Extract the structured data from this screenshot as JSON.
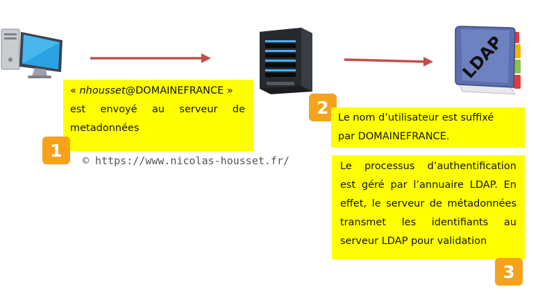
{
  "colors": {
    "note_bg": "#ffff00",
    "badge_bg": "#f7a21b",
    "arrow": "#c0504d"
  },
  "icons": {
    "client": "computer-icon",
    "server": "server-icon",
    "ldap": "ldap-book-icon"
  },
  "ldap_label": "LDAP",
  "steps": {
    "one": {
      "number": "1",
      "prefix": "« ",
      "user": "nhousset",
      "domain": "@DOMAINEFRANCE »",
      "line2": "est envoyé au serveur de",
      "line3": "metadonnées"
    },
    "two": {
      "number": "2",
      "line1": "Le nom d’utilisateur est suffixé",
      "line2": "par DOMAINEFRANCE."
    },
    "three": {
      "number": "3",
      "line1": "Le processus d’authentification",
      "line2": "est géré par l’annuaire LDAP. En",
      "line3": "effet, le serveur de métadonnées",
      "line4": "transmet les identifiants au",
      "line5": "serveur LDAP pour validation"
    }
  },
  "credit": "© https://www.nicolas-housset.fr/"
}
